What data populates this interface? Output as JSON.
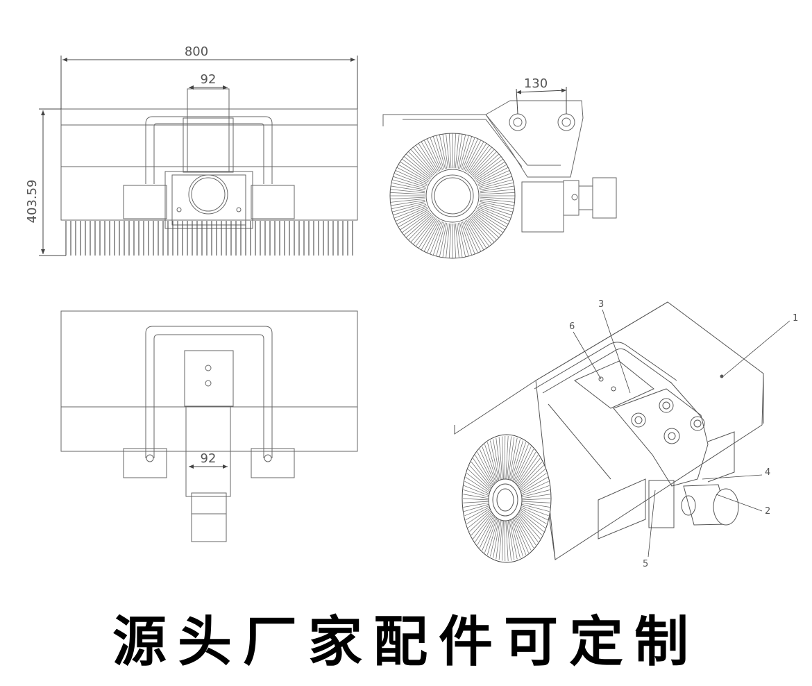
{
  "front_view": {
    "width_label": "800",
    "mount_width_label": "92",
    "height_label": "403.59"
  },
  "side_view": {
    "pivot_spacing_label": "130"
  },
  "top_view": {
    "mount_width_label": "92"
  },
  "isometric_view": {
    "callouts": [
      {
        "label": "1"
      },
      {
        "label": "2"
      },
      {
        "label": "3"
      },
      {
        "label": "4"
      },
      {
        "label": "5"
      },
      {
        "label": "6"
      }
    ]
  },
  "caption": "源头厂家配件可定制",
  "colors": {
    "line": "#444444",
    "light_line": "#888888",
    "caption": "#000000"
  }
}
